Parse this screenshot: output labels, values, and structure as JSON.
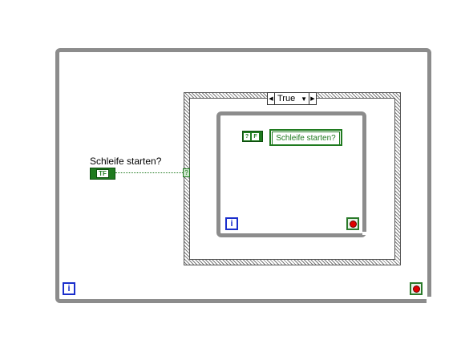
{
  "case_structure": {
    "selector_value": "True"
  },
  "boolean_control": {
    "label": "Schleife starten?",
    "glyph": "TF"
  },
  "tunnel": {
    "glyph": "?"
  },
  "local_variable": {
    "q_glyph": "?",
    "f_glyph": "F",
    "label": "Schleife starten?"
  },
  "terminals": {
    "iteration_glyph": "i"
  },
  "colors": {
    "boolean_green": "#1f7a1f",
    "loop_gray": "#8c8c8c",
    "iteration_blue": "#1a2ecc",
    "stop_red": "#e00000"
  }
}
